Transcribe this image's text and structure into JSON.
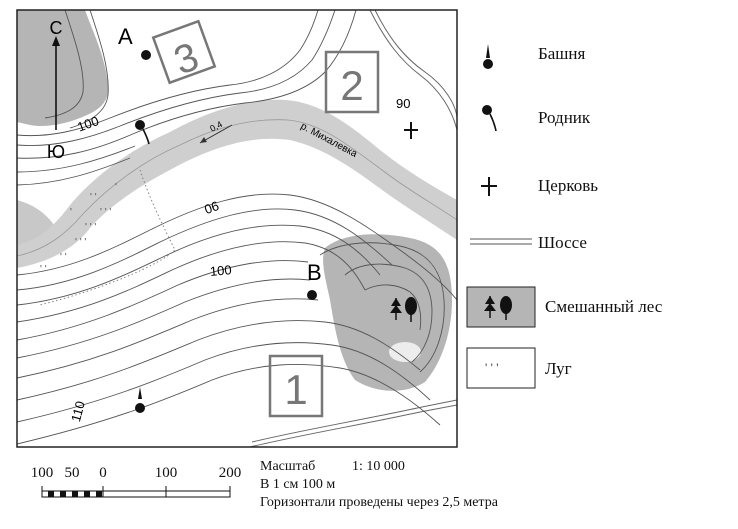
{
  "map": {
    "north_letter": "С",
    "south_letter": "Ю",
    "points": {
      "a": "А",
      "b": "В"
    },
    "sites": [
      "1",
      "2",
      "3"
    ],
    "contour_labels": [
      "100",
      "90",
      "100",
      "110",
      "90"
    ],
    "river_name": "р. Михалевка",
    "river_speed": "0,4"
  },
  "legend": [
    {
      "icon": "tower-icon",
      "label": "Башня"
    },
    {
      "icon": "spring-icon",
      "label": "Родник"
    },
    {
      "icon": "church-icon",
      "label": "Церковь"
    },
    {
      "icon": "highway-icon",
      "label": "Шоссе"
    },
    {
      "icon": "mixed-forest-icon",
      "label": "Смешанный лес"
    },
    {
      "icon": "meadow-icon",
      "label": "Луг"
    }
  ],
  "scale": {
    "ticks": [
      "100",
      "50",
      "0",
      "100",
      "200"
    ],
    "title": "Масштаб",
    "ratio": "1: 10 000",
    "line2": "В 1 см 100 м",
    "line3": "Горизонтали проведены через 2,5 метра"
  },
  "colors": {
    "forest": "#b5b5b5",
    "river": "#cfcfcf",
    "contour": "#555555",
    "frame": "#222222",
    "site_box": "#777777"
  }
}
